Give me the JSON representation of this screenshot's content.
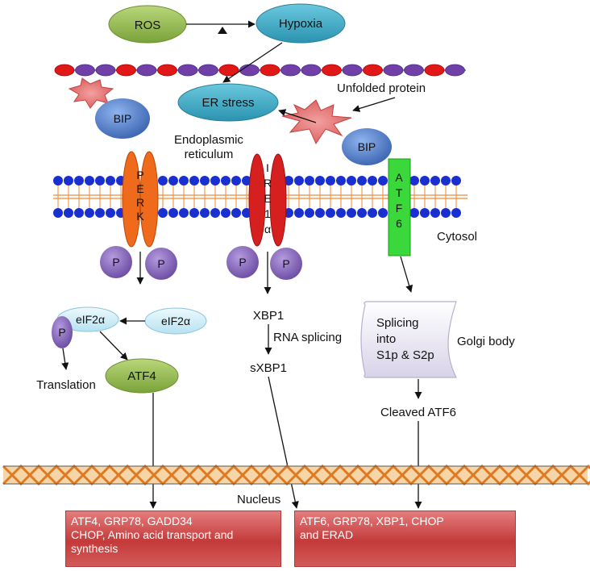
{
  "labels": {
    "ros": "ROS",
    "hypoxia": "Hypoxia",
    "er_stress": "ER stress",
    "unfolded_protein": "Unfolded protein",
    "bip": "BIP",
    "endoplasmic": "Endoplasmic",
    "reticulum": "reticulum",
    "perk_letters": [
      "P",
      "E",
      "R",
      "K"
    ],
    "ire1_letters": [
      "I",
      "R",
      "E",
      "1",
      "α"
    ],
    "atf6_letters": [
      "A",
      "T",
      "F",
      "6"
    ],
    "cytosol": "Cytosol",
    "p": "P",
    "eif2a": "eIF2α",
    "translation": "Translation",
    "atf4": "ATF4",
    "xbp1": "XBP1",
    "rna_splicing": "RNA splicing",
    "sxbp1": "sXBP1",
    "golgi_text": [
      "Splicing",
      "into",
      "S1p & S2p"
    ],
    "golgi_body": "Golgi body",
    "cleaved_atf6": "Cleaved ATF6",
    "nucleus": "Nucleus"
  },
  "boxes": {
    "left_lines": [
      "ATF4, GRP78, GADD34",
      "CHOP, Amino acid transport and",
      "synthesis"
    ],
    "right_lines": [
      "ATF6, GRP78, XBP1, CHOP",
      "and ERAD"
    ]
  },
  "colors": {
    "green_node": "#8fb34a",
    "blue_node": "#3aa9c4",
    "bip_blue": "#4a7fc4",
    "perk_orange": "#ef6a1a",
    "ire1_red": "#d62020",
    "atf6_green": "#3bd83b",
    "phosphate_purple": "#7a5ab0",
    "lipid_blue": "#1a2fcf",
    "box_red": "#c43a3a"
  }
}
